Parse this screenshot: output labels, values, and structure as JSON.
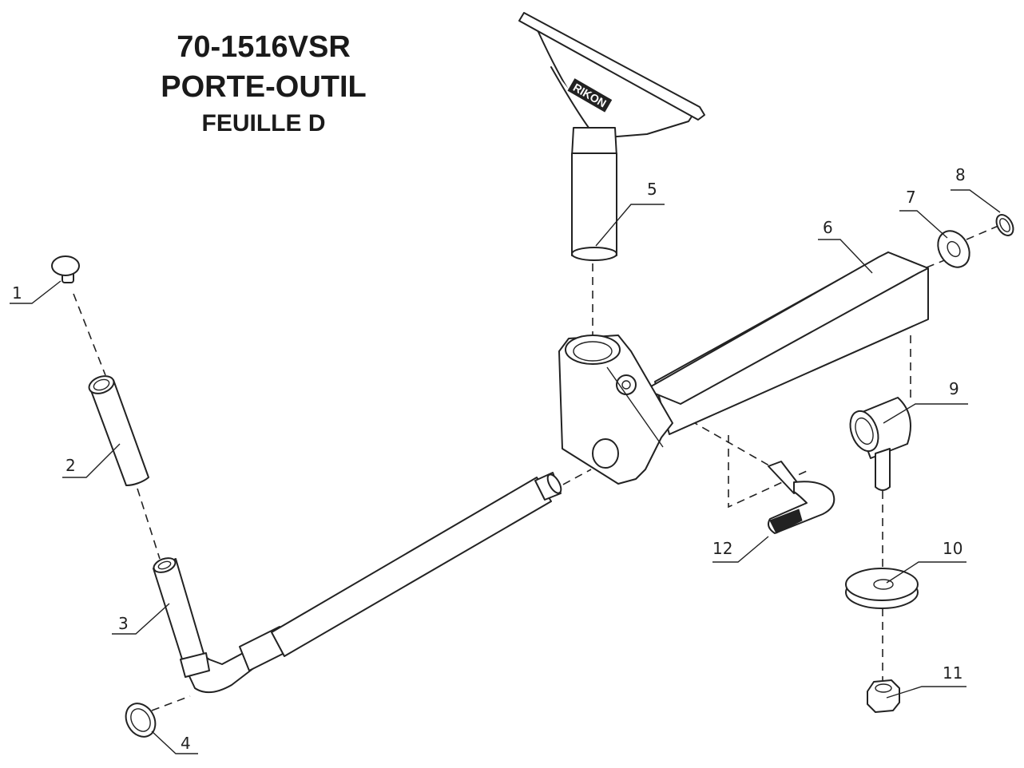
{
  "title": {
    "model": "70-1516VSR",
    "name": "PORTE-OUTIL",
    "sheet": "FEUILLE D"
  },
  "brand_label": "RIKON",
  "callouts": [
    {
      "number": "1"
    },
    {
      "number": "2"
    },
    {
      "number": "3"
    },
    {
      "number": "4"
    },
    {
      "number": "5"
    },
    {
      "number": "6"
    },
    {
      "number": "7"
    },
    {
      "number": "8"
    },
    {
      "number": "9"
    },
    {
      "number": "10"
    },
    {
      "number": "11"
    },
    {
      "number": "12"
    }
  ]
}
